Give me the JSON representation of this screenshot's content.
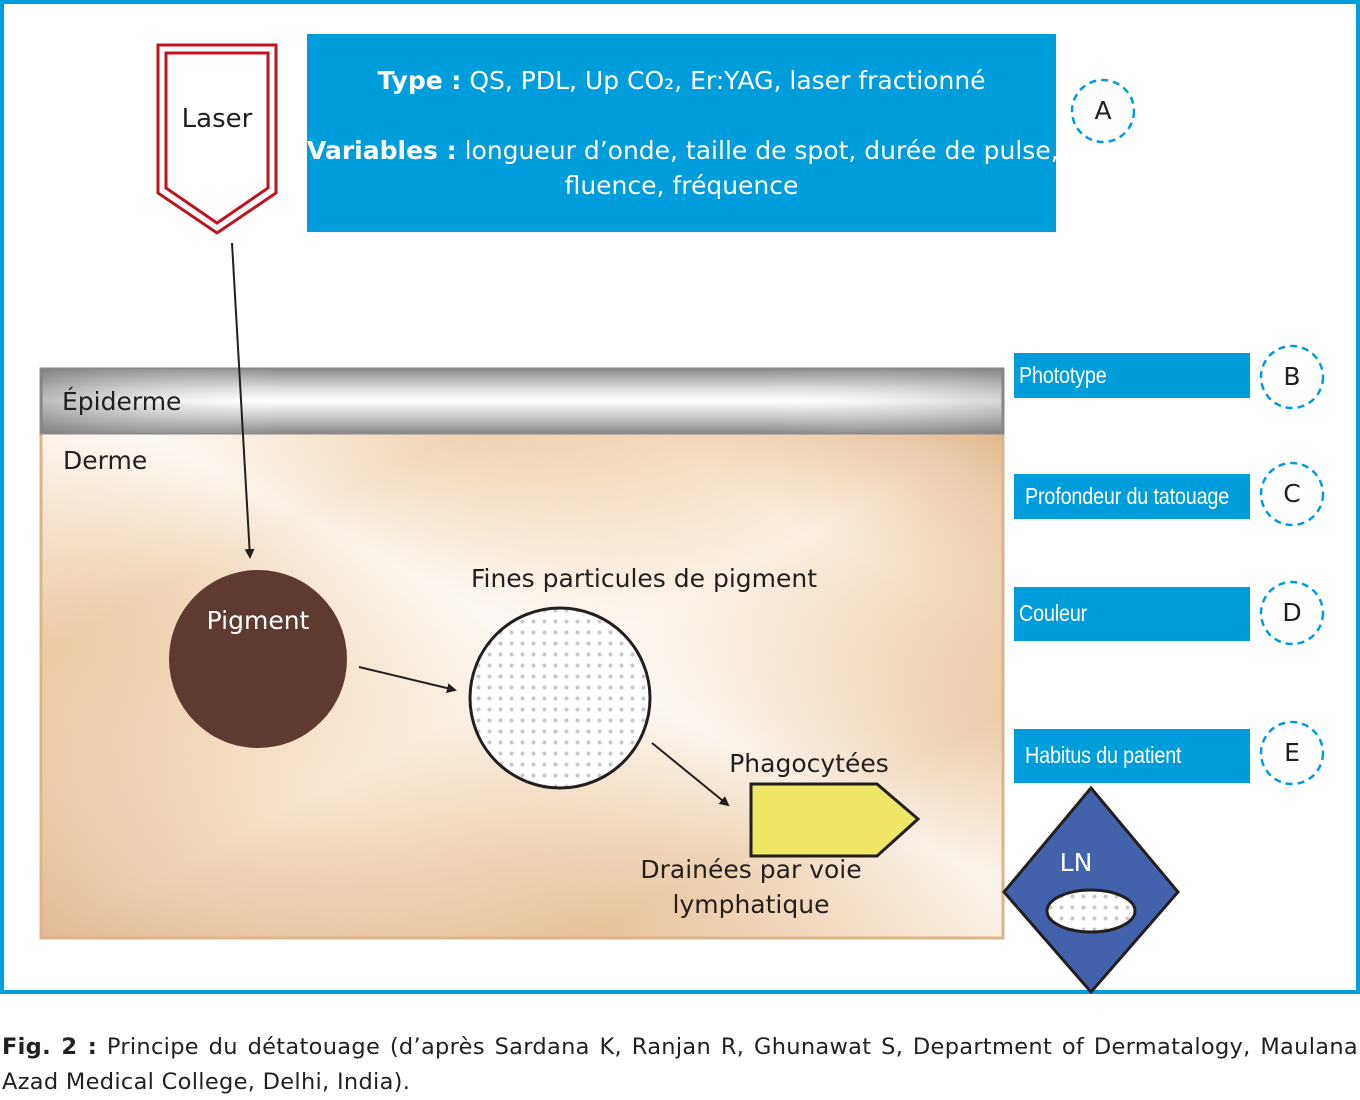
{
  "laser": {
    "label": "Laser"
  },
  "info_box": {
    "type_label": "Type :",
    "type_value": "QS, PDL, Up CO₂, Er:YAG, laser fractionné",
    "variables_label": "Variables :",
    "variables_value_line1": "longueur d’onde, taille de spot, durée de pulse,",
    "variables_value_line2": "fluence, fréquence",
    "marker": "A"
  },
  "skin": {
    "epidermis_label": "Épiderme",
    "dermis_label": "Derme"
  },
  "process": {
    "pigment_label": "Pigment",
    "fine_particles_label": "Fines particules de pigment",
    "phagocytosed_label": "Phagocytées",
    "drained_label_line1": "Drainées par voie",
    "drained_label_line2": "lymphatique",
    "lymph_node_label": "LN"
  },
  "factors": [
    {
      "label": "Phototype",
      "marker": "B"
    },
    {
      "label": "Profondeur du tatouage",
      "marker": "C"
    },
    {
      "label": "Couleur",
      "marker": "D"
    },
    {
      "label": "Habitus du patient",
      "marker": "E"
    }
  ],
  "caption": {
    "prefix": "Fig. 2 :",
    "text": "Principe du détatouage (d’après Sardana K, Ranjan R, Ghunawat S, Department of Dermatalogy, Maulana Azad Medical College, Delhi, India)."
  },
  "colors": {
    "frame_blue": "#009ddd",
    "laser_red": "#c1121f",
    "pigment_brown": "#5f3a32",
    "phagocyte_yellow": "#ede765",
    "lymph_node_blue": "#4263ab",
    "dermis_tan": "#e0b486"
  }
}
